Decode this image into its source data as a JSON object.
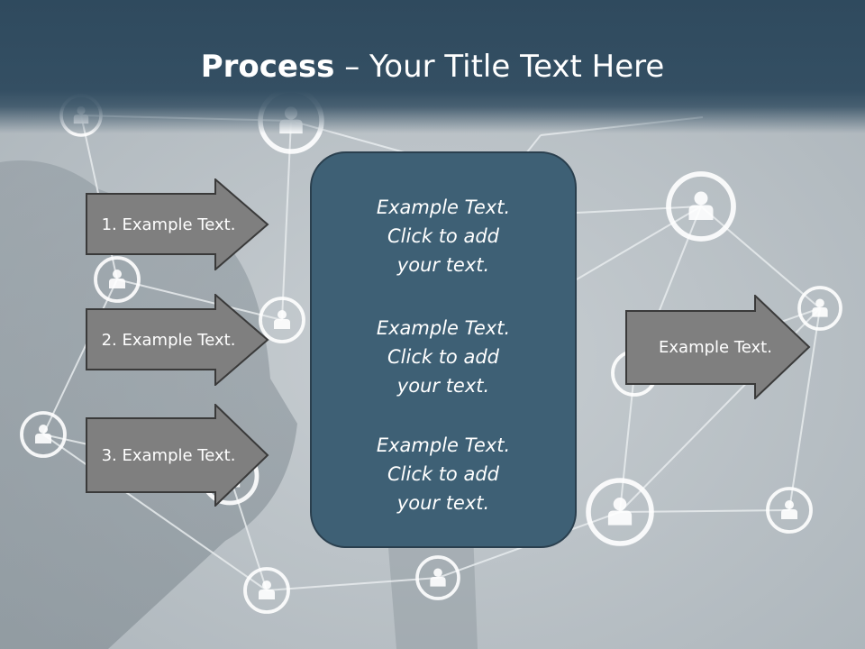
{
  "slide": {
    "title_bold": "Process",
    "title_rest": " – Your Title Text Here"
  },
  "left_arrows": [
    {
      "label": "1. Example Text."
    },
    {
      "label": "2. Example Text."
    },
    {
      "label": "3. Example Text."
    }
  ],
  "right_arrow": {
    "label": "Example Text."
  },
  "center_box": {
    "paragraphs": [
      "Example Text.\nClick  to add\nyour text.",
      "Example Text.\nClick  to add\nyour text.",
      "Example Text.\nClick  to add\nyour text."
    ]
  },
  "colors": {
    "title_bar": "#2f4a5e",
    "arrow_fill": "#7f7f7f",
    "center_box_fill": "#3e6075",
    "node_stroke": "#ffffff"
  },
  "icons": [
    "person-node-icon"
  ]
}
